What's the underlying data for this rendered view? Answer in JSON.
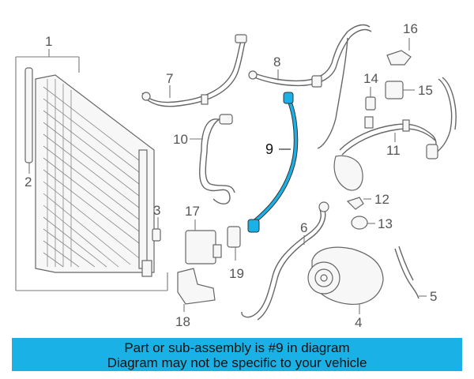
{
  "diagram": {
    "callouts": [
      "1",
      "2",
      "3",
      "4",
      "5",
      "6",
      "7",
      "8",
      "9",
      "10",
      "11",
      "12",
      "13",
      "14",
      "15",
      "16",
      "17",
      "18",
      "19"
    ],
    "highlighted_part": "9",
    "highlight_color": "#1ab2e6"
  },
  "banner": {
    "line1": "Part or sub-assembly is #9 in diagram",
    "line2": "Diagram may not be specific to your vehicle",
    "background": "#1ab2e6"
  }
}
